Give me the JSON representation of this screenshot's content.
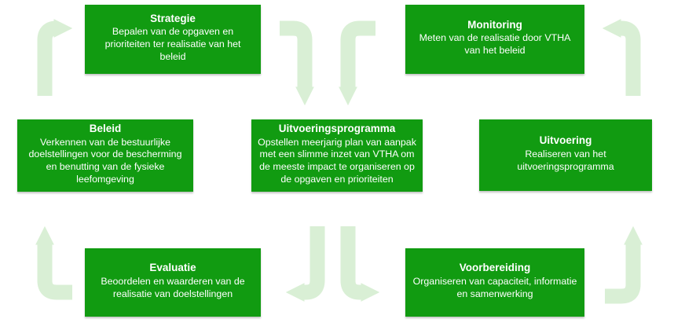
{
  "diagram": {
    "type": "policy-cycle-flow-diagram",
    "language": "nl",
    "colors": {
      "box": "#119b11",
      "arrow": "#d9efd5",
      "text": "#ffffff",
      "background": "#ffffff"
    },
    "boxes": [
      {
        "id": "strategie",
        "title": "Strategie",
        "body": "Bepalen van de opgaven en prioriteiten ter realisatie van het beleid"
      },
      {
        "id": "monitoring",
        "title": "Monitoring",
        "body": "Meten van de realisatie door VTHA van het beleid"
      },
      {
        "id": "beleid",
        "title": "Beleid",
        "body": "Verkennen van de bestuurlijke doelstellingen voor de bescherming en benutting van de fysieke leefomgeving"
      },
      {
        "id": "uitvoeringsprogramma",
        "title": "Uitvoeringsprogramma",
        "body": "Opstellen meerjarig plan van aanpak met een slimme inzet van VTHA om de meeste impact te organiseren op de opgaven en prioriteiten"
      },
      {
        "id": "uitvoering",
        "title": "Uitvoering",
        "body": "Realiseren van het uitvoeringsprogramma"
      },
      {
        "id": "evaluatie",
        "title": "Evaluatie",
        "body": "Beoordelen en waarderen van de realisatie van doelstellingen"
      },
      {
        "id": "voorbereiding",
        "title": "Voorbereiding",
        "body": "Organiseren van capaciteit, informatie en samenwerking"
      }
    ],
    "arrows": [
      {
        "from": "beleid",
        "to": "strategie"
      },
      {
        "from": "strategie",
        "to": "uitvoeringsprogramma"
      },
      {
        "from": "monitoring",
        "to": "uitvoeringsprogramma"
      },
      {
        "from": "uitvoering",
        "to": "monitoring"
      },
      {
        "from": "uitvoeringsprogramma",
        "to": "evaluatie"
      },
      {
        "from": "uitvoeringsprogramma",
        "to": "voorbereiding"
      },
      {
        "from": "evaluatie",
        "to": "beleid"
      },
      {
        "from": "voorbereiding",
        "to": "uitvoering"
      }
    ]
  }
}
